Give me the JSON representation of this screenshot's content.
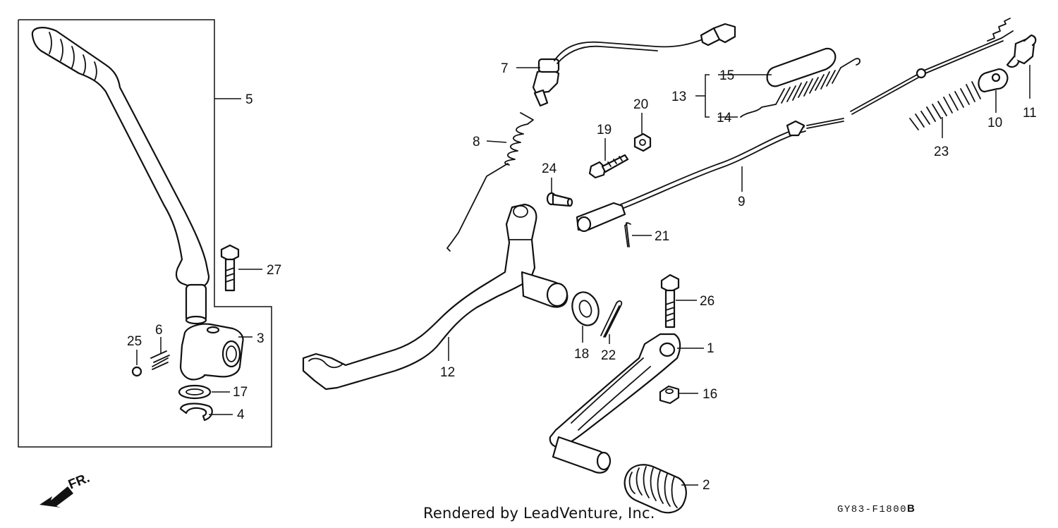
{
  "diagram": {
    "callouts": [
      {
        "id": "1",
        "label": "1"
      },
      {
        "id": "2",
        "label": "2"
      },
      {
        "id": "3",
        "label": "3"
      },
      {
        "id": "4",
        "label": "4"
      },
      {
        "id": "5",
        "label": "5"
      },
      {
        "id": "6",
        "label": "6"
      },
      {
        "id": "7",
        "label": "7"
      },
      {
        "id": "8",
        "label": "8"
      },
      {
        "id": "9",
        "label": "9"
      },
      {
        "id": "10",
        "label": "10"
      },
      {
        "id": "11",
        "label": "11"
      },
      {
        "id": "12",
        "label": "12"
      },
      {
        "id": "13",
        "label": "13"
      },
      {
        "id": "14",
        "label": "14"
      },
      {
        "id": "15",
        "label": "15"
      },
      {
        "id": "16",
        "label": "16"
      },
      {
        "id": "17",
        "label": "17"
      },
      {
        "id": "18",
        "label": "18"
      },
      {
        "id": "19",
        "label": "19"
      },
      {
        "id": "20",
        "label": "20"
      },
      {
        "id": "21",
        "label": "21"
      },
      {
        "id": "22",
        "label": "22"
      },
      {
        "id": "23",
        "label": "23"
      },
      {
        "id": "24",
        "label": "24"
      },
      {
        "id": "25",
        "label": "25"
      },
      {
        "id": "26",
        "label": "26"
      },
      {
        "id": "27",
        "label": "27"
      }
    ],
    "front_indicator": "FR.",
    "credit": "Rendered by LeadVenture, Inc.",
    "drawing_code": "GY83-F1800",
    "drawing_code_suffix": "B"
  }
}
